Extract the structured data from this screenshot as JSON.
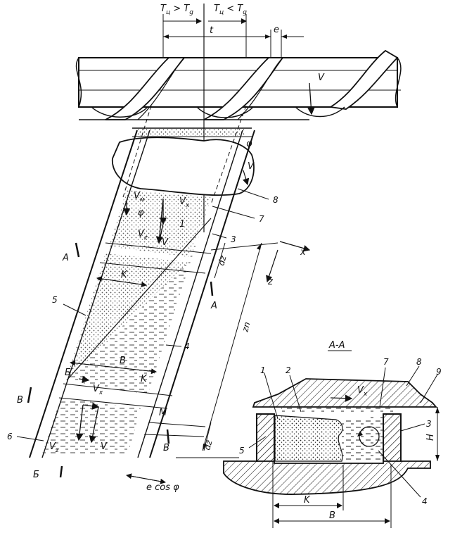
{
  "top_labels": {
    "t_gt": "T",
    "t_gt_sub": "ц",
    "t_gt_op": " > ",
    "t_gt_rhs": "T",
    "t_gt_rhs_sub": "g",
    "t_lt": "T",
    "t_lt_sub": "ц",
    "t_lt_op": " < ",
    "t_lt_rhs": "T",
    "t_lt_rhs_sub": "g",
    "pitch": "t",
    "e": "e",
    "v_screw": "V"
  },
  "channel_labels": {
    "phi_top": "φ",
    "v_barrel": "V",
    "vm": "V",
    "vm_sub": "м",
    "vx1": "V",
    "vx1_sub": "x",
    "phi1": "φ",
    "vz1": "V",
    "vz1_sub": "z",
    "v1": "V",
    "one": "1",
    "k_mid": "K",
    "b_mid": "B",
    "k_low": "K",
    "m_low": "M",
    "vx2": "V",
    "vx2_sub": "x",
    "vz2": "V",
    "vz2_sub": "z",
    "v2": "V",
    "dz_top": "dz",
    "dz_low": "dz",
    "zn": "zn",
    "x_axis": "x",
    "z_axis": "z",
    "e_cos_phi": "e cos φ"
  },
  "section_marks": {
    "a_left": "A",
    "a_right": "A",
    "b_left": "Б",
    "b_bottom": "Б",
    "v_left": "В",
    "v_right": "В"
  },
  "callouts": [
    "8",
    "7",
    "3",
    "5",
    "4",
    "6"
  ],
  "section_view": {
    "title": "А-А",
    "vx": "V",
    "vx_sub": "x",
    "callouts": [
      "1",
      "2",
      "7",
      "8",
      "9",
      "3",
      "5",
      "4"
    ],
    "h": "H",
    "k": "K",
    "b": "B"
  }
}
